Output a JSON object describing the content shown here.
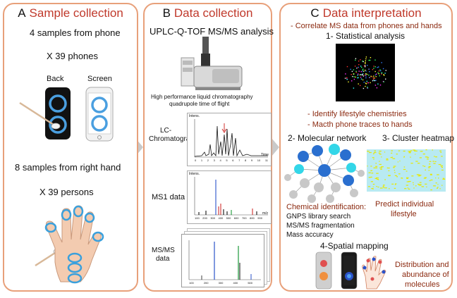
{
  "panels": {
    "a": {
      "letter": "A",
      "title": "Sample collection",
      "phone_samples": "4 samples from phone",
      "phones_count": "X 39 phones",
      "back_label": "Back",
      "screen_label": "Screen",
      "hand_samples": "8 samples from right hand",
      "persons_count": "X 39 persons"
    },
    "b": {
      "letter": "B",
      "title": "Data collection",
      "instrument_title": "UPLC-Q-TOF MS/MS analysis",
      "instrument_caption_1": "High performance liquid chromatography",
      "instrument_caption_2": "quadrupole time of flight",
      "lc_label_1": "LC-",
      "lc_label_2": "Chromatogram",
      "ms1_label": "MS1 data",
      "msms_label_1": "MS/MS",
      "msms_label_2": "data",
      "lc_yaxis": "Intens.",
      "lc_xaxis": "Time",
      "lc_xticks": [
        "0",
        "1",
        "2",
        "3",
        "4",
        "5",
        "6",
        "7",
        "8",
        "9",
        "10",
        "11"
      ],
      "ms1_xticks": [
        "100",
        "200",
        "300",
        "400",
        "500",
        "600",
        "700",
        "800",
        "900"
      ],
      "ms1_xaxis": "m/z",
      "msms_xticks": [
        "100",
        "200",
        "300",
        "400",
        "500"
      ]
    },
    "c": {
      "letter": "C",
      "title": "Data interpretation",
      "bullet_1": "- Correlate MS data from phones and hands",
      "step_1": "1- Statistical analysis",
      "bullet_2": "- Identify lifestyle chemistries",
      "bullet_3": "- Macth phone traces to hands",
      "step_2": "2- Molecular network",
      "step_3": "3- Cluster heatmap",
      "chem_id_title": "Chemical identification:",
      "chem_id_1": "GNPS library search",
      "chem_id_2": "MS/MS fragmentation",
      "chem_id_3": "Mass accuracy",
      "predict_1": "Predict individual",
      "predict_2": "lifestyle",
      "step_4": "4-Spatial mapping",
      "dist_1": "Distribution and",
      "dist_2": "abundance of",
      "dist_3": "molecules"
    }
  },
  "colors": {
    "border": "#e8a07a",
    "title": "#c0392b",
    "note": "#8b2a10",
    "arrow": "#c9c9c9",
    "ring": "#4a9fe0",
    "node_dark": "#2a6fcf",
    "node_light": "#33d6e8",
    "node_grey": "#c8c8c8",
    "heatmap": "#b8eaf2",
    "heatmap_dots": "#e8e800"
  },
  "icons": [
    "swab-icon",
    "phone-back-icon",
    "phone-screen-icon",
    "hand-icon",
    "ms-instrument-icon",
    "pca-plot-icon",
    "molecular-network-icon",
    "heatmap-icon",
    "spatial-map-icon"
  ]
}
